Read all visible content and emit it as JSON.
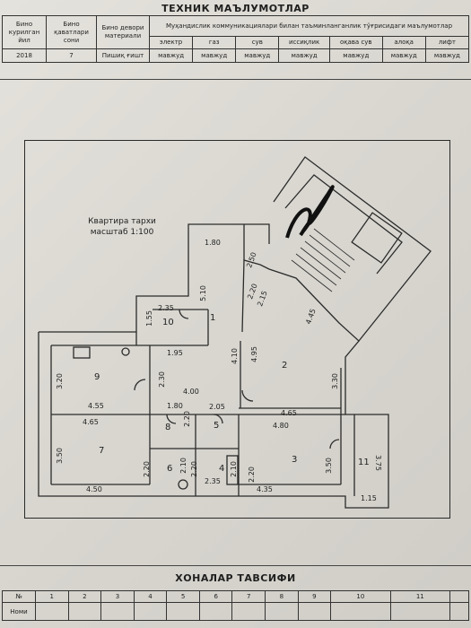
{
  "header": {
    "title": "ТЕХНИК МАЪЛУМОТЛАР"
  },
  "info_table": {
    "col_built": "Бино курилган йил",
    "col_floors": "Бино қаватлари сони",
    "col_wall": "Бино девори материали",
    "col_util": "Муҳандислик коммуникациялари билан таъминланганлик тўғрисидаги маълумотлар",
    "utilities": [
      "электр",
      "газ",
      "сув",
      "иссиқлик",
      "оқава сув",
      "алоқа",
      "лифт"
    ],
    "year": "2018",
    "floors": "7",
    "wall": "Пишиқ ғишт",
    "statuses": [
      "мавжуд",
      "мавжуд",
      "мавжуд",
      "мавжуд",
      "мавжуд",
      "мавжуд",
      "мавжуд"
    ]
  },
  "plan": {
    "caption_line1": "Квартира тархи",
    "caption_line2": "масштаб 1:100",
    "rooms": [
      "1",
      "2",
      "3",
      "4",
      "5",
      "6",
      "7",
      "8",
      "9",
      "10",
      "11"
    ],
    "dims": [
      "1.80",
      "2.50",
      "5.10",
      "2.20",
      "2.15",
      "4.45",
      "2.35",
      "1.55",
      "1.95",
      "2.30",
      "4.10",
      "4.95",
      "3.30",
      "3.20",
      "4.55",
      "4.00",
      "1.80",
      "2.20",
      "2.05",
      "4.65",
      "4.65",
      "4.80",
      "3.50",
      "2.20",
      "2.10",
      "2.20",
      "2.10",
      "2.35",
      "3.50",
      "2.20",
      "3.75",
      "4.50",
      "4.35",
      "1.15"
    ]
  },
  "rooms_table": {
    "title": "ХОНАЛАР ТАВСИФИ",
    "number_label": "№",
    "numbers": [
      "1",
      "2",
      "3",
      "4",
      "5",
      "6",
      "7",
      "8",
      "9",
      "10",
      "11"
    ],
    "name_label": "Номи"
  }
}
